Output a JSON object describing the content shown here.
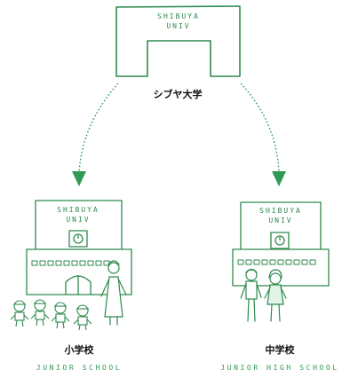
{
  "colors": {
    "line": "#2f8a4e",
    "arrow": "#2f9a55",
    "label_jp": "#111111",
    "label_en": "#2f9a55",
    "fill": "#e3f2e7"
  },
  "university": {
    "sign_line1": "SHIBUYA",
    "sign_line2": "UNIV",
    "label": "シブヤ大学"
  },
  "junior_school": {
    "sign_line1": "SHIBUYA",
    "sign_line2": "UNIV",
    "label_jp": "小学校",
    "label_en": "JUNIOR SCHOOL"
  },
  "junior_high_school": {
    "sign_line1": "SHIBUYA",
    "sign_line2": "UNIV",
    "label_jp": "中学校",
    "label_en": "JUNIOR HIGH SCHOOL"
  }
}
